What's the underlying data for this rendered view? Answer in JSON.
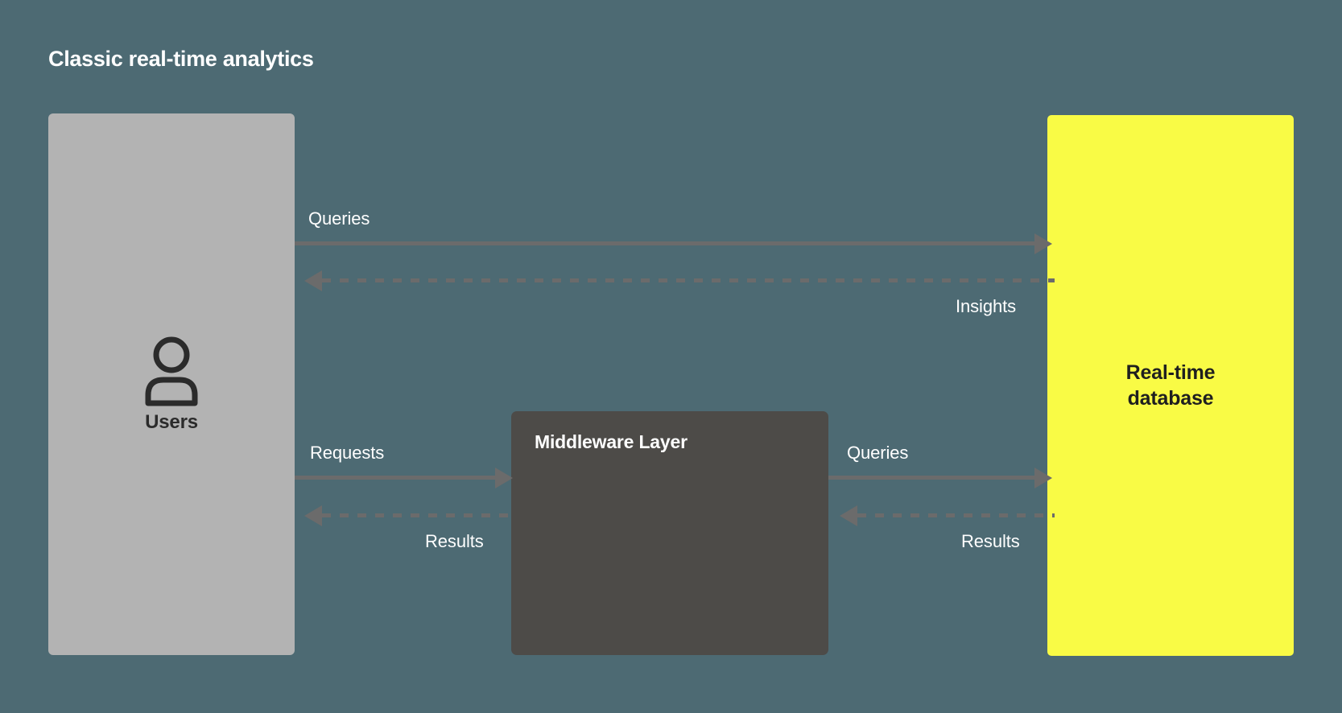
{
  "diagram": {
    "title": "Classic real-time analytics",
    "background_color": "#4d6a73",
    "nodes": [
      {
        "id": "users",
        "label": "Users",
        "icon": "user-icon",
        "color": "#b3b3b3",
        "text_color": "#2b2b2b"
      },
      {
        "id": "middleware",
        "label": "Middleware Layer",
        "color": "#4d4b48",
        "text_color": "#ffffff"
      },
      {
        "id": "database",
        "label_line1": "Real-time",
        "label_line2": "database",
        "color": "#f9fb45",
        "text_color": "#1f1f1f"
      }
    ],
    "edges": [
      {
        "id": "users-to-db-queries",
        "label": "Queries",
        "style": "solid",
        "direction": "right",
        "from": "users",
        "to": "database"
      },
      {
        "id": "db-to-users-insights",
        "label": "Insights",
        "style": "dashed",
        "direction": "left",
        "from": "database",
        "to": "users"
      },
      {
        "id": "users-to-middleware-requests",
        "label": "Requests",
        "style": "solid",
        "direction": "right",
        "from": "users",
        "to": "middleware"
      },
      {
        "id": "middleware-to-users-results",
        "label": "Results",
        "style": "dashed",
        "direction": "left",
        "from": "middleware",
        "to": "users"
      },
      {
        "id": "middleware-to-db-queries",
        "label": "Queries",
        "style": "solid",
        "direction": "right",
        "from": "middleware",
        "to": "database"
      },
      {
        "id": "db-to-middleware-results",
        "label": "Results",
        "style": "dashed",
        "direction": "left",
        "from": "database",
        "to": "middleware"
      }
    ],
    "edge_color": "#6b6b6b"
  }
}
